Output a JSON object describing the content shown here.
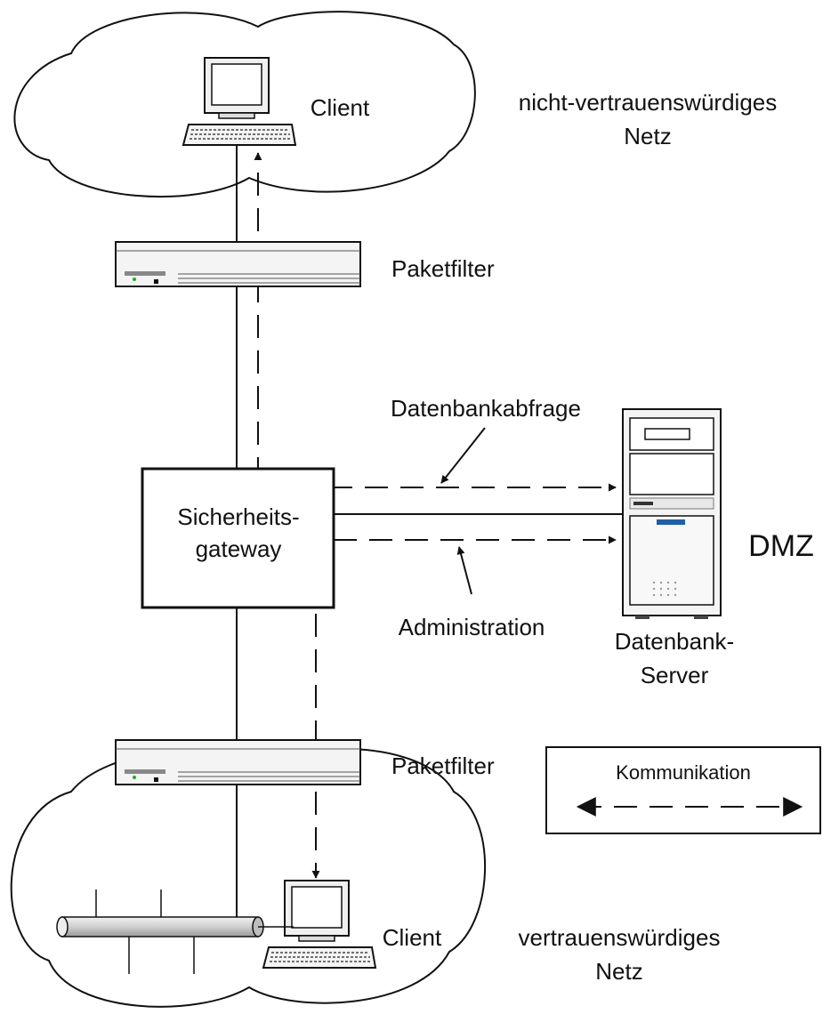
{
  "labels": {
    "client_top": "Client",
    "untrusted_net_line1": "nicht-vertrauenswürdiges",
    "untrusted_net_line2": "Netz",
    "packet_filter_top": "Paketfilter",
    "db_query": "Datenbankabfrage",
    "gateway_line1": "Sicherheits-",
    "gateway_line2": "gateway",
    "dmz": "DMZ",
    "administration": "Administration",
    "db_server_line1": "Datenbank-",
    "db_server_line2": "Server",
    "packet_filter_bottom": "Paketfilter",
    "legend_title": "Kommunikation",
    "client_bottom": "Client",
    "trusted_net_line1": "vertrauenswürdiges",
    "trusted_net_line2": "Netz"
  },
  "colors": {
    "stroke": "#111111",
    "device_fill": "#f4f4f4",
    "server_accent": "#1f5fa8",
    "led": "#22aa22"
  }
}
